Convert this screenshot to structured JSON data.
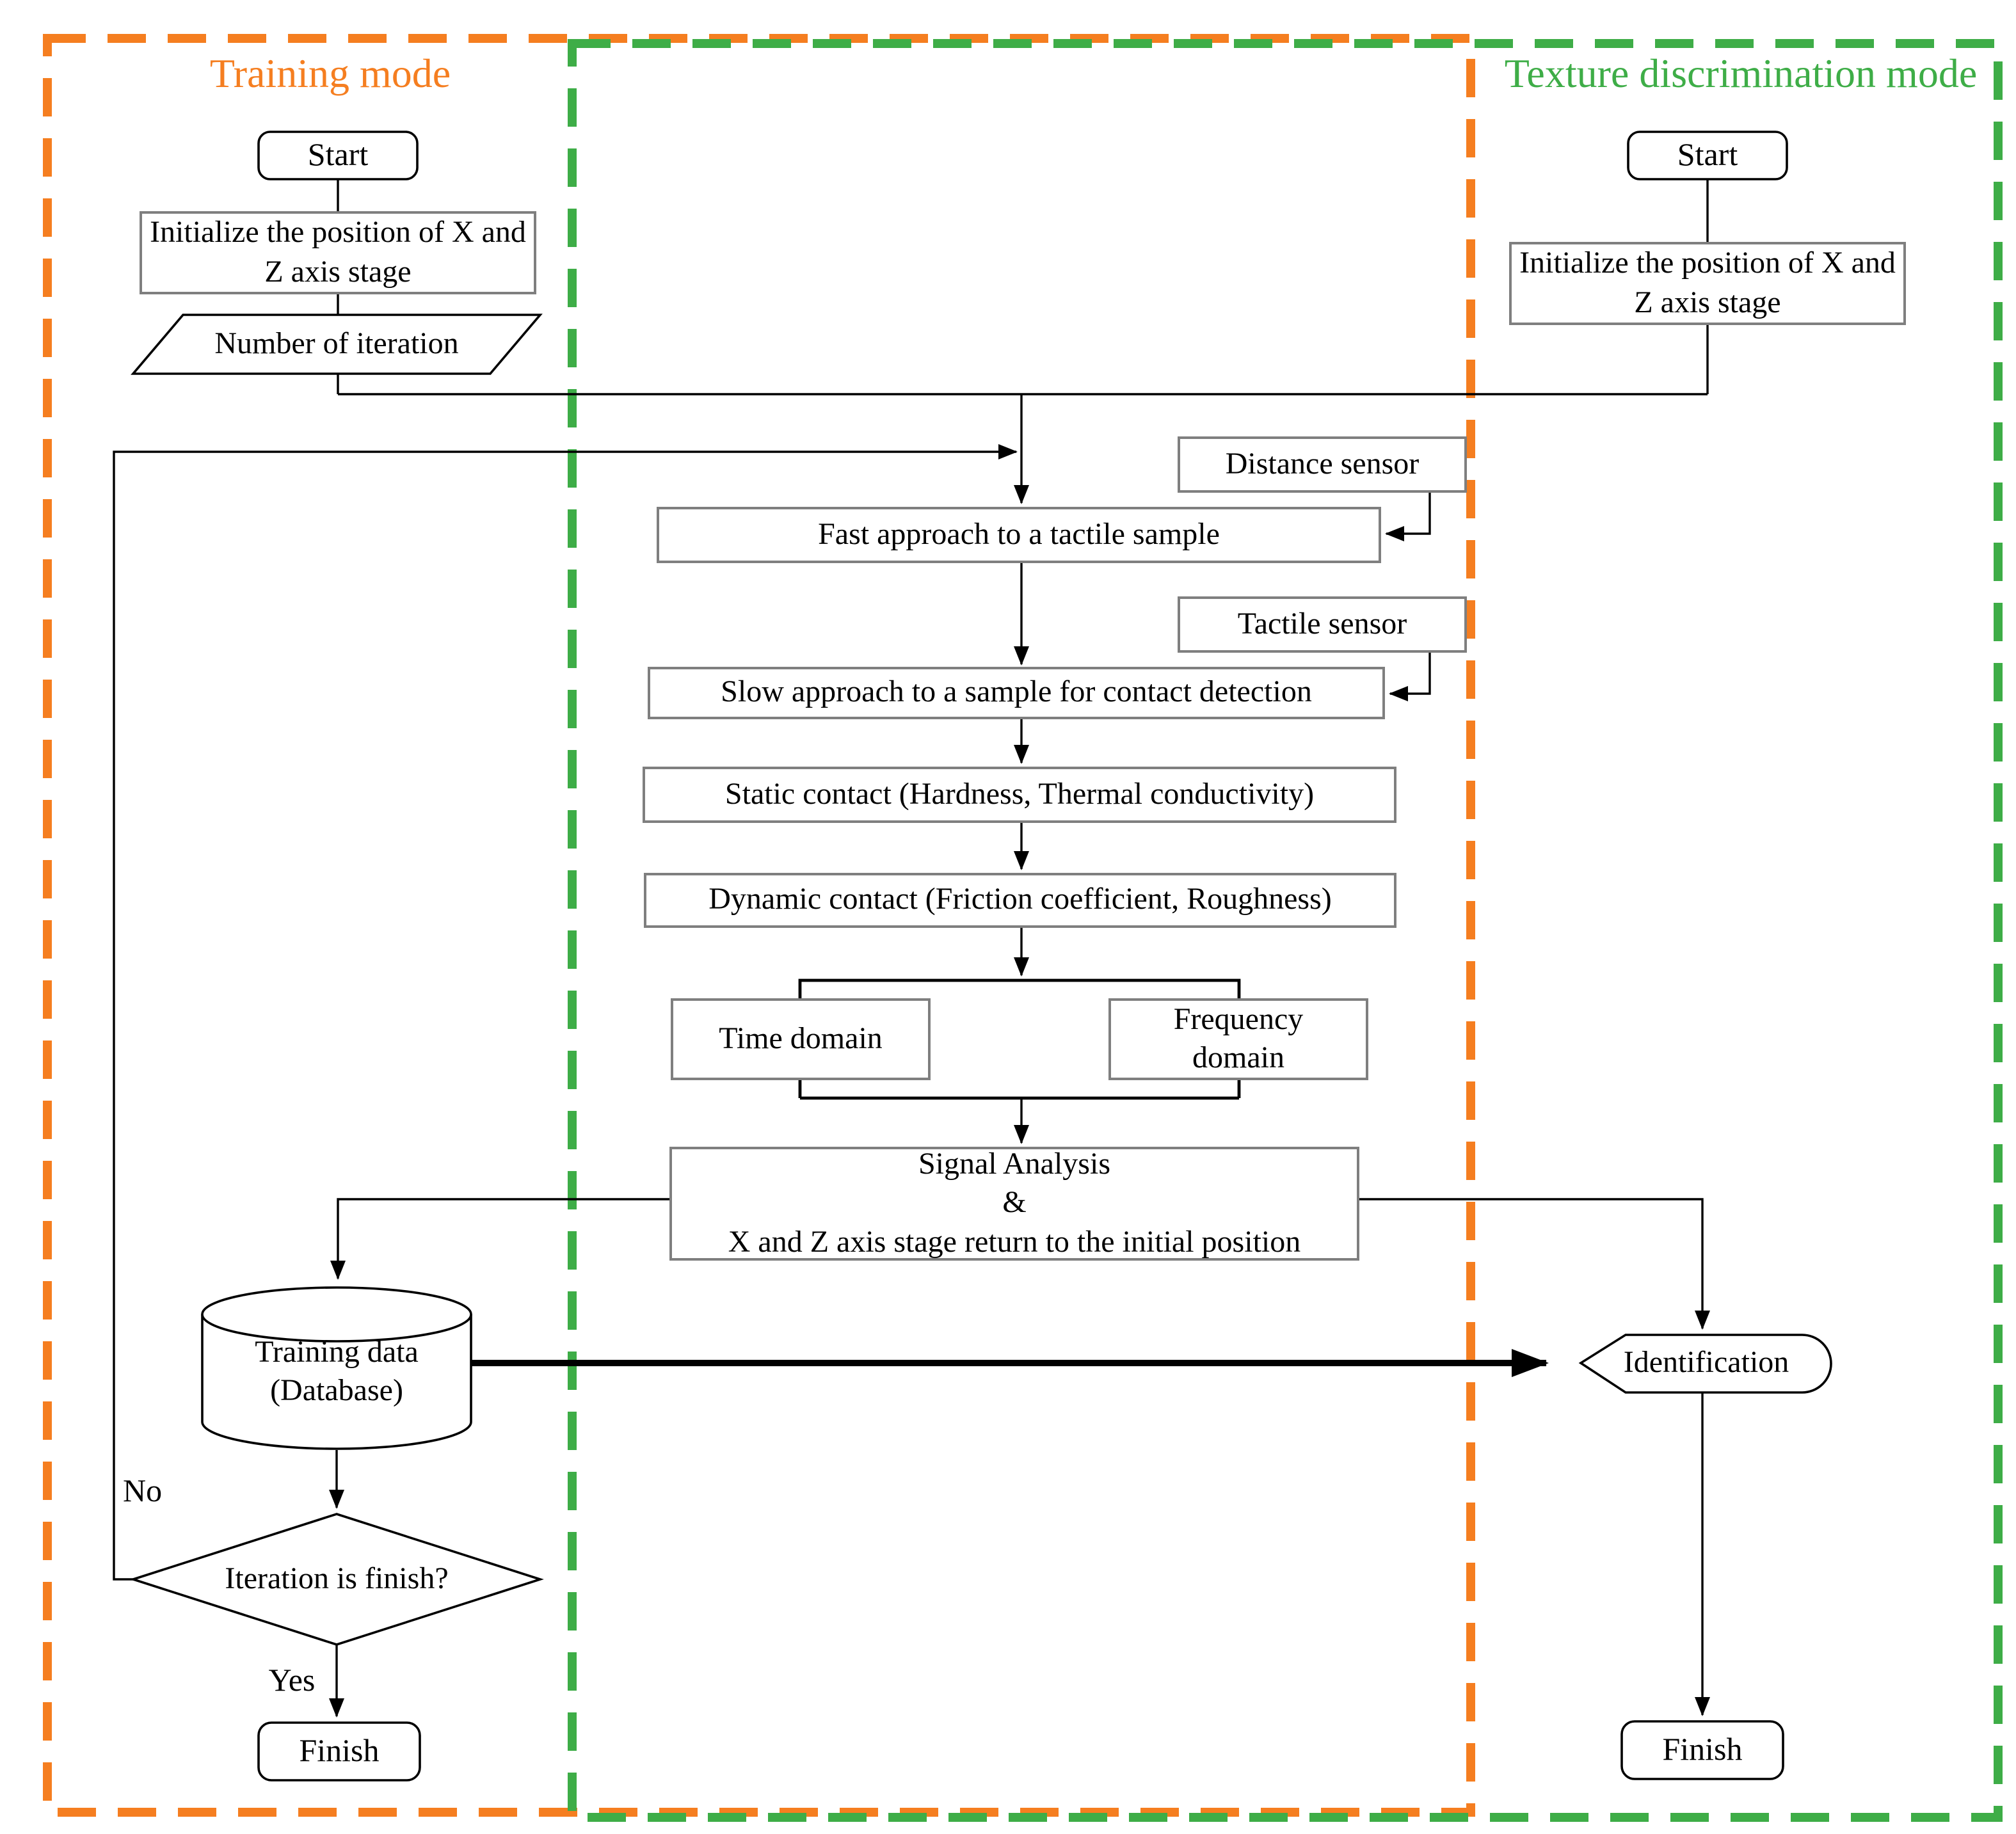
{
  "regions": {
    "training_mode": {
      "label": "Training mode",
      "color": "#F57E20"
    },
    "texture_mode": {
      "label": "Texture discrimination mode",
      "color": "#3EAD47"
    }
  },
  "training_branch": {
    "start": "Start",
    "initialize": "Initialize the position of X and Z axis stage",
    "number_of_iteration": "Number of iteration",
    "training_data": {
      "line1": "Training data",
      "line2": "(Database)"
    },
    "iteration_decision": "Iteration is finish?",
    "no_label": "No",
    "yes_label": "Yes",
    "finish": "Finish"
  },
  "shared_flow": {
    "distance_sensor": "Distance sensor",
    "fast_approach": "Fast approach to a tactile sample",
    "tactile_sensor": "Tactile sensor",
    "slow_approach": "Slow approach to a sample for contact detection",
    "static_contact": "Static contact (Hardness, Thermal conductivity)",
    "dynamic_contact": "Dynamic contact (Friction coefficient, Roughness)",
    "time_domain": "Time domain",
    "frequency_domain": "Frequency domain",
    "signal_analysis": {
      "line1": "Signal Analysis",
      "line2": "&",
      "line3": "X and Z axis stage return to the initial position"
    }
  },
  "discrimination_branch": {
    "start": "Start",
    "initialize": "Initialize the position of X and Z axis stage",
    "identification": "Identification",
    "finish": "Finish"
  }
}
